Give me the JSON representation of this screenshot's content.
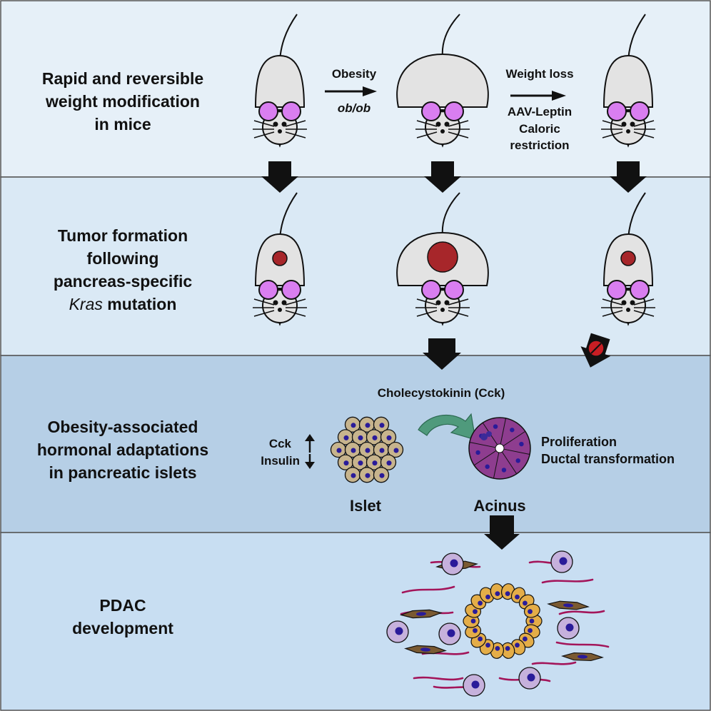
{
  "colors": {
    "panel1": "#e6f0f8",
    "panel2": "#dae9f5",
    "panel3": "#b6cfe6",
    "panel4": "#c8def2",
    "mouse_body": "#e3e3e3",
    "eye": "#d97ef0",
    "tumor": "#a7262a",
    "islet_cell": "#c7b48d",
    "nucleus": "#2a1b99",
    "acinus": "#8e3d8f",
    "duct_cell": "#e4ad48",
    "green_arrow": "#4f9a7c",
    "fibroblast": "#7a5a32",
    "fiber": "#a3155a",
    "immune_cell": "#c6b1dc"
  },
  "panel1": {
    "title_lines": [
      "Rapid and reversible",
      "weight modification",
      "in mice"
    ],
    "arrow1_label_top": "Obesity",
    "arrow1_label_bottom": "ob/ob",
    "arrow2_label_top": "Weight loss",
    "arrow2_labels_bottom": [
      "AAV-Leptin",
      "Caloric",
      "restriction"
    ]
  },
  "panel2": {
    "title_lines": [
      "Tumor formation",
      "following",
      "pancreas-specific"
    ],
    "title_gene": "Kras",
    "title_gene_suffix": " mutation"
  },
  "panel3": {
    "title_lines": [
      "Obesity-associated",
      "hormonal adaptations",
      "in pancreatic islets"
    ],
    "hormone_label": "Cholecystokinin (Cck)",
    "cck_label": "Cck",
    "insulin_label": "Insulin",
    "islet_label": "Islet",
    "acinus_label": "Acinus",
    "outcome_lines": [
      "Proliferation",
      "Ductal transformation"
    ]
  },
  "panel4": {
    "title_lines": [
      "PDAC",
      "development"
    ]
  }
}
